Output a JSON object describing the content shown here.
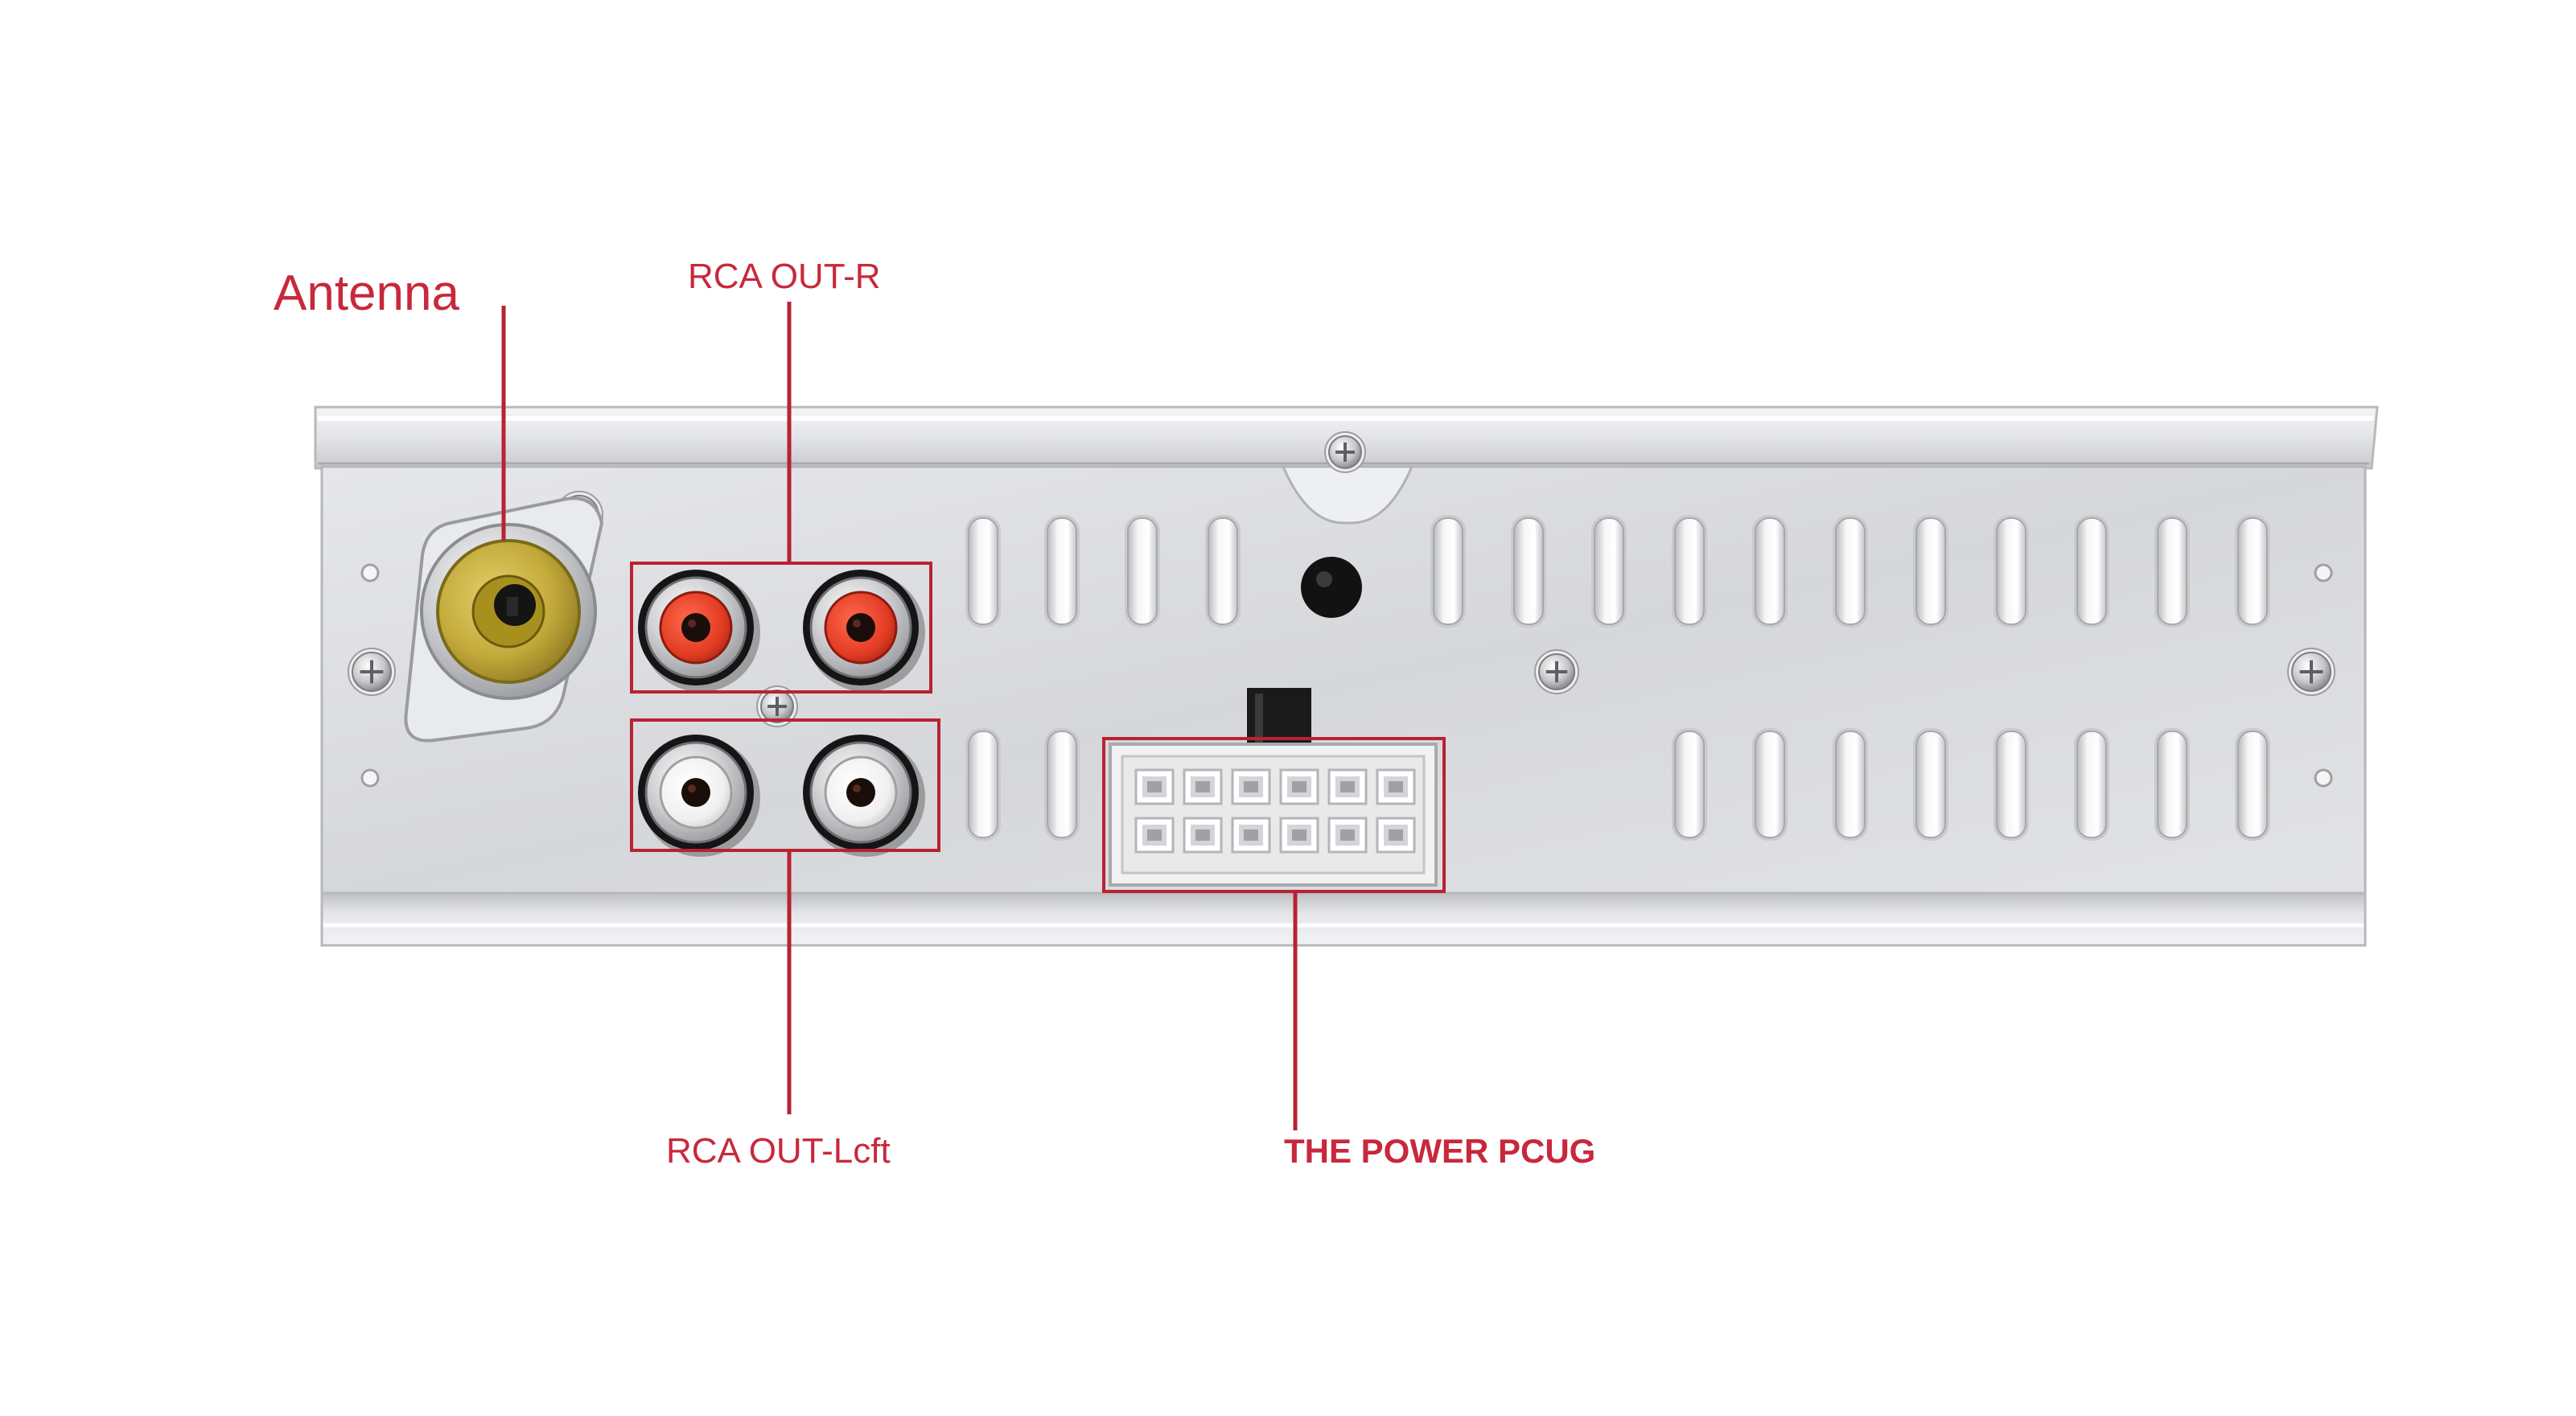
{
  "labels": {
    "antenna": "Antenna",
    "rca_out_right": "RCA OUT-R",
    "rca_out_left": "RCA OUT-Lcft",
    "power_plug": "THE POWER PCUG"
  },
  "colors": {
    "label": "#c8283c",
    "leader_line": "#b82233",
    "panel_face": "#dcdde0",
    "antenna_jack": "#c9b13a",
    "rca_right_insulator": "#e23b23",
    "rca_left_insulator": "#f4f4f4",
    "plug_housing": "#f2f2f2",
    "latch": "#1a1a1a"
  },
  "icons": {
    "antenna_jack": "antenna-jack-icon",
    "rca_jack": "rca-jack-icon",
    "power_connector": "power-connector-icon",
    "screw": "screw-icon"
  }
}
